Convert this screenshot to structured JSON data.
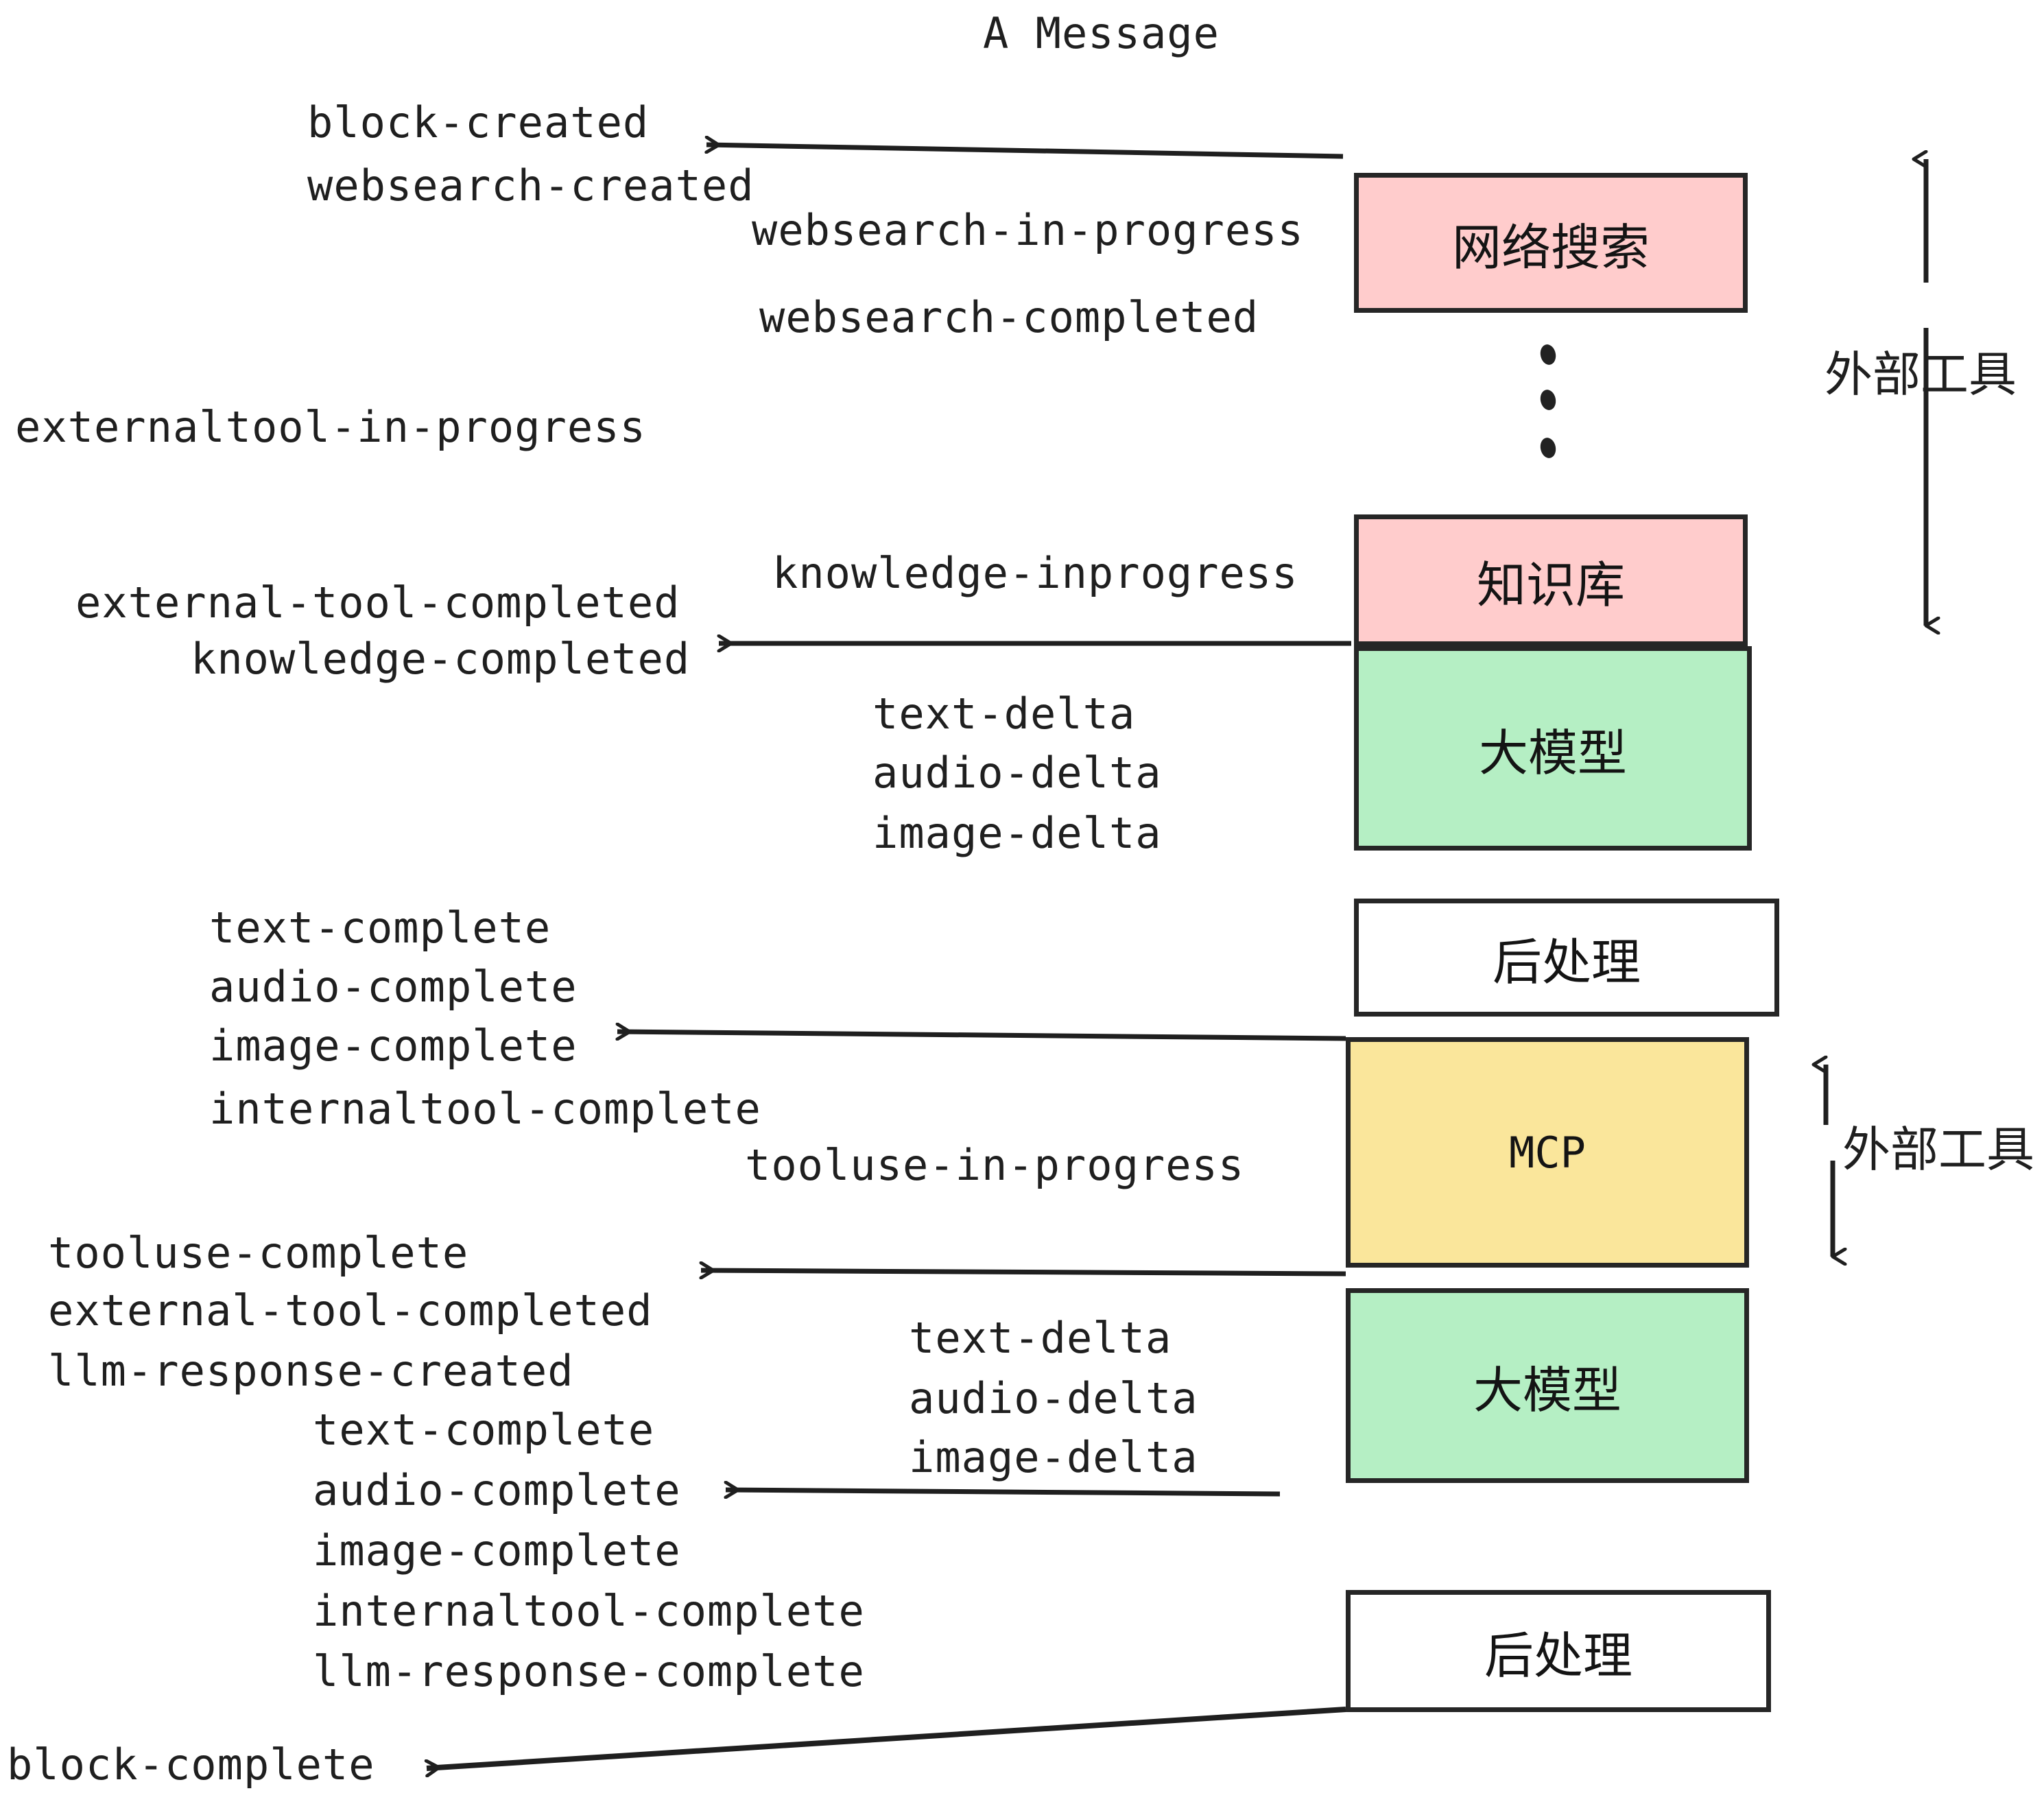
{
  "diagram": {
    "title": "A Message",
    "colors": {
      "pink": "#FFCCCC",
      "green": "#B5EFC4",
      "yellow": "#FAE69B",
      "white": "#FFFFFF",
      "stroke": "#262626",
      "text": "#1F1F1F"
    },
    "boxes": [
      {
        "id": "websearch",
        "label": "网络搜索",
        "fill": "#FFCCCC"
      },
      {
        "id": "knowledge",
        "label": "知识库",
        "fill": "#FFCCCC"
      },
      {
        "id": "llm-top",
        "label": "大模型",
        "fill": "#B5EFC4"
      },
      {
        "id": "postprocess-top",
        "label": "后处理",
        "fill": "#FFFFFF"
      },
      {
        "id": "mcp",
        "label": "MCP",
        "fill": "#FAE69B"
      },
      {
        "id": "llm-bottom",
        "label": "大模型",
        "fill": "#B5EFC4"
      },
      {
        "id": "postprocess-bottom",
        "label": "后处理",
        "fill": "#FFFFFF"
      }
    ],
    "side_labels": [
      {
        "id": "external-tools-top",
        "label": "外部工具"
      },
      {
        "id": "external-tools-bottom",
        "label": "外部工具"
      }
    ],
    "events": [
      {
        "id": "block-created",
        "label": "block-created"
      },
      {
        "id": "websearch-created",
        "label": "websearch-created"
      },
      {
        "id": "websearch-in-progress",
        "label": "websearch-in-progress"
      },
      {
        "id": "websearch-completed",
        "label": "websearch-completed"
      },
      {
        "id": "externaltool-in-progress",
        "label": "externaltool-in-progress"
      },
      {
        "id": "knowledge-inprogress",
        "label": "knowledge-inprogress"
      },
      {
        "id": "external-tool-completed-1",
        "label": "external-tool-completed"
      },
      {
        "id": "knowledge-completed",
        "label": "knowledge-completed"
      },
      {
        "id": "text-delta-1",
        "label": "text-delta"
      },
      {
        "id": "audio-delta-1",
        "label": "audio-delta"
      },
      {
        "id": "image-delta-1",
        "label": "image-delta"
      },
      {
        "id": "text-complete-1",
        "label": "text-complete"
      },
      {
        "id": "audio-complete-1",
        "label": "audio-complete"
      },
      {
        "id": "image-complete-1",
        "label": "image-complete"
      },
      {
        "id": "internaltool-complete-1",
        "label": "internaltool-complete"
      },
      {
        "id": "tooluse-in-progress",
        "label": "tooluse-in-progress"
      },
      {
        "id": "tooluse-complete",
        "label": "tooluse-complete"
      },
      {
        "id": "external-tool-completed-2",
        "label": "external-tool-completed"
      },
      {
        "id": "llm-response-created",
        "label": "llm-response-created"
      },
      {
        "id": "text-delta-2",
        "label": "text-delta"
      },
      {
        "id": "audio-delta-2",
        "label": "audio-delta"
      },
      {
        "id": "image-delta-2",
        "label": "image-delta"
      },
      {
        "id": "text-complete-2",
        "label": "text-complete"
      },
      {
        "id": "audio-complete-2",
        "label": "audio-complete"
      },
      {
        "id": "image-complete-2",
        "label": "image-complete"
      },
      {
        "id": "internaltool-complete-2",
        "label": "internaltool-complete"
      },
      {
        "id": "llm-response-complete",
        "label": "llm-response-complete"
      },
      {
        "id": "block-complete",
        "label": "block-complete"
      }
    ]
  }
}
